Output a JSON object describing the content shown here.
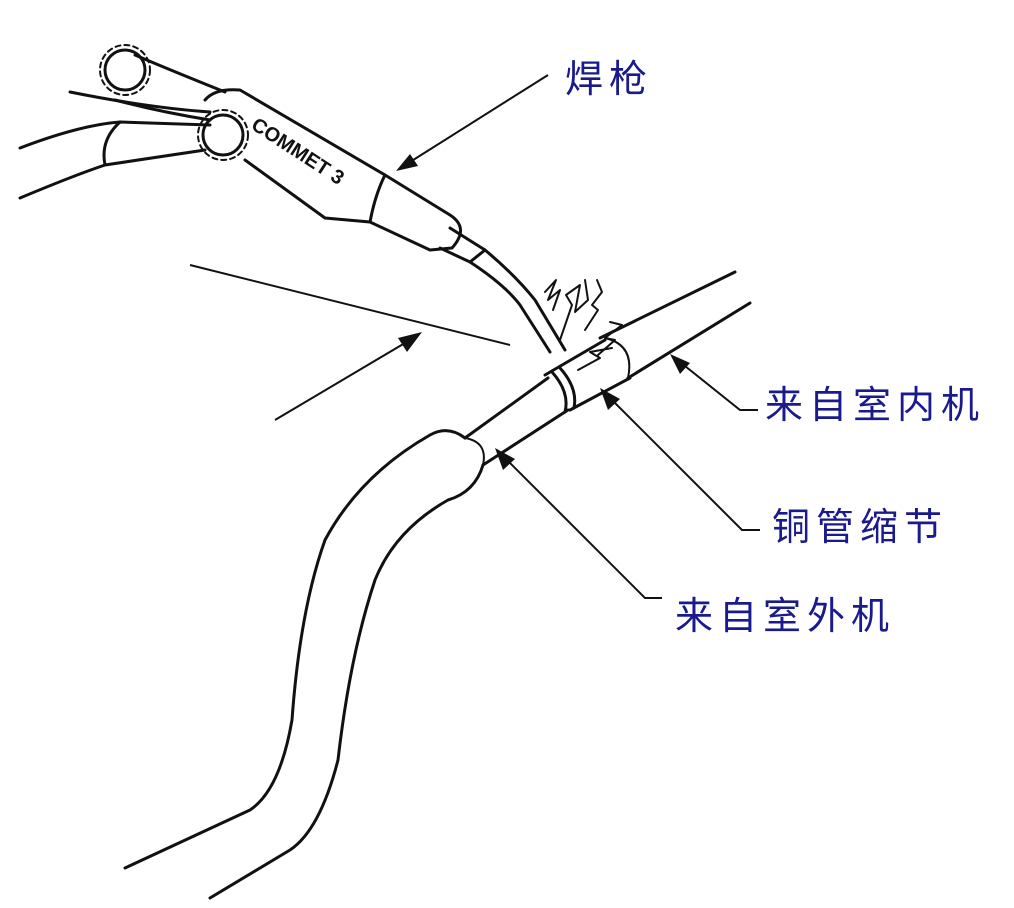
{
  "labels": {
    "torch": "焊枪",
    "from_indoor_unit": "来自室内机",
    "copper_pipe_reducer": "铜管缩节",
    "from_outdoor_unit": "来自室外机"
  },
  "torch_marking": "COMMET 3",
  "colors": {
    "label_text": "#1a1a8c",
    "line_art": "#111111",
    "background": "#ffffff"
  }
}
